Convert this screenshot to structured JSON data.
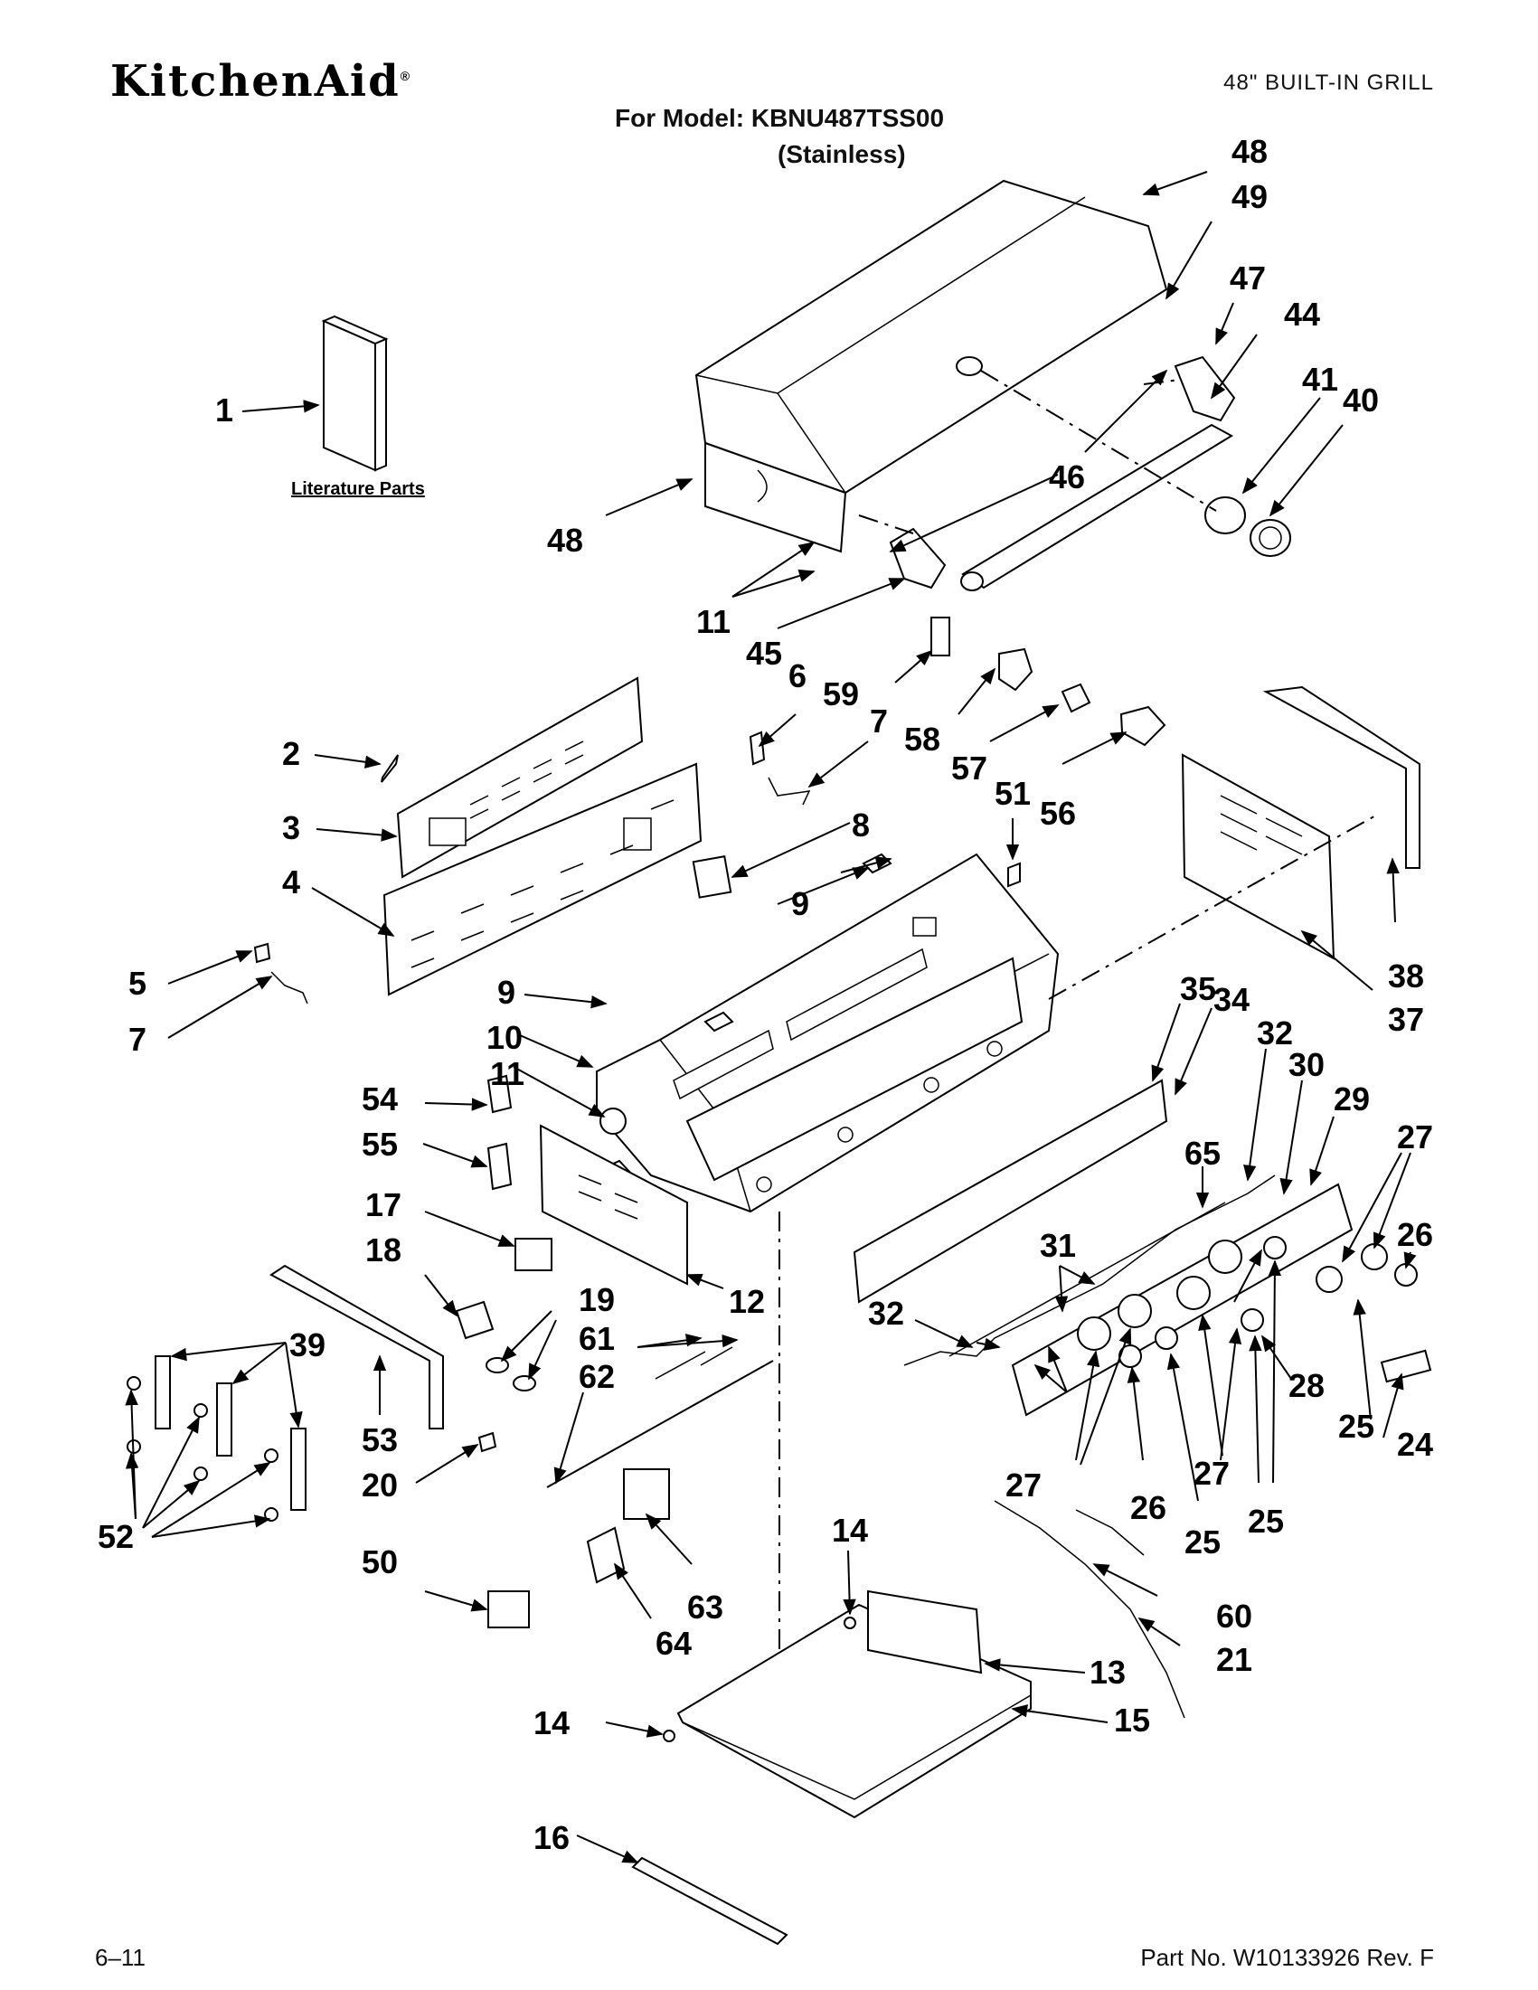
{
  "header": {
    "brand": "KitchenAid",
    "brand_mark": "®",
    "product": "48\" BUILT-IN GRILL",
    "model_line": "For Model: KBNU487TSS00",
    "finish_line": "(Stainless)"
  },
  "literature_label": "Literature Parts",
  "callouts": {
    "c1": "1",
    "c2": "2",
    "c3": "3",
    "c4": "4",
    "c5": "5",
    "c6": "6",
    "c7a": "7",
    "c7b": "7",
    "c8": "8",
    "c9a": "9",
    "c9b": "9",
    "c10": "10",
    "c11a": "11",
    "c11b": "11",
    "c12": "12",
    "c13": "13",
    "c14a": "14",
    "c14b": "14",
    "c15": "15",
    "c16": "16",
    "c17": "17",
    "c18": "18",
    "c19": "19",
    "c20": "20",
    "c21": "21",
    "c24": "24",
    "c25a": "25",
    "c25b": "25",
    "c25c": "25",
    "c26a": "26",
    "c26b": "26",
    "c27a": "27",
    "c27b": "27",
    "c27c": "27",
    "c28": "28",
    "c29": "29",
    "c30": "30",
    "c31": "31",
    "c32a": "32",
    "c32b": "32",
    "c34": "34",
    "c35": "35",
    "c37": "37",
    "c38": "38",
    "c39": "39",
    "c40": "40",
    "c41": "41",
    "c44": "44",
    "c45": "45",
    "c46": "46",
    "c47": "47",
    "c48a": "48",
    "c48b": "48",
    "c49": "49",
    "c50": "50",
    "c51": "51",
    "c52": "52",
    "c53": "53",
    "c54": "54",
    "c55": "55",
    "c56": "56",
    "c57": "57",
    "c58": "58",
    "c59": "59",
    "c60": "60",
    "c61": "61",
    "c62": "62",
    "c63": "63",
    "c64": "64",
    "c65": "65"
  },
  "footer": {
    "date": "6–11",
    "part_no": "Part No. W10133926 Rev. F"
  }
}
